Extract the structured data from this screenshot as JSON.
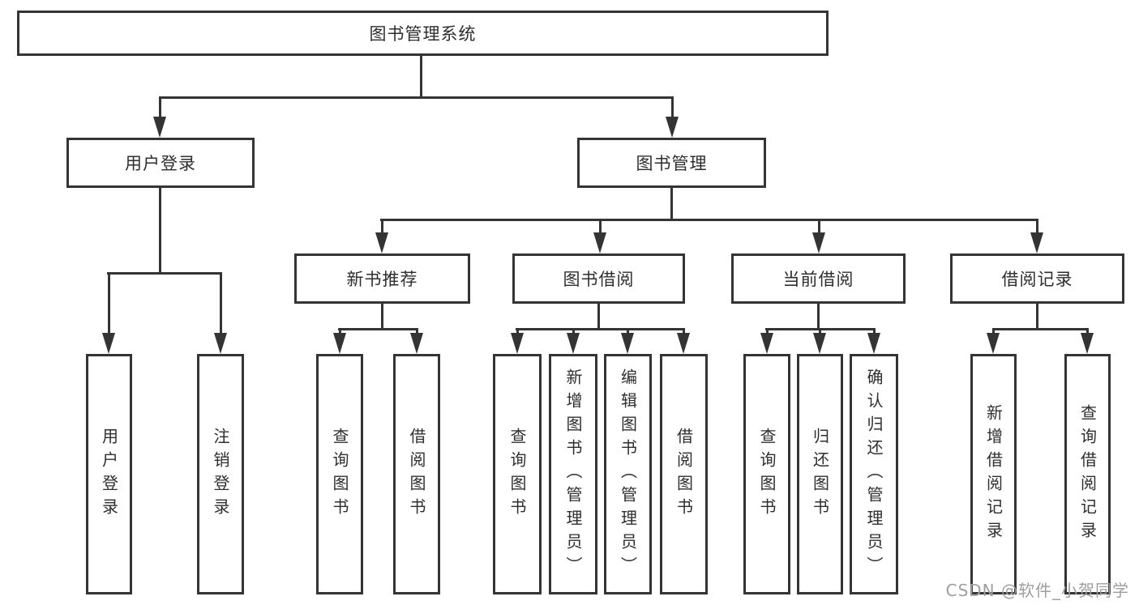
{
  "diagram": {
    "root": "图书管理系统",
    "level2": [
      "用户登录",
      "图书管理"
    ],
    "level3": [
      "新书推荐",
      "图书借阅",
      "当前借阅",
      "借阅记录"
    ],
    "groups": {
      "userLogin": [
        "用户登录",
        "注销登录"
      ],
      "newBooks": [
        "查询图书",
        "借阅图书"
      ],
      "bookBorrow": [
        "查询图书",
        "新增图书（管理员）",
        "编辑图书（管理员）",
        "借阅图书"
      ],
      "currentBorrow": [
        "查询图书",
        "归还图书",
        "确认归还（管理员）"
      ],
      "borrowRecords": [
        "新增借阅记录",
        "查询借阅记录"
      ]
    }
  },
  "watermark": "CSDN @软件_小贺同学",
  "colors": {
    "line": "#343434",
    "text": "#2e2e2e",
    "watermark": "#9e9e9e",
    "background": "#ffffff"
  }
}
